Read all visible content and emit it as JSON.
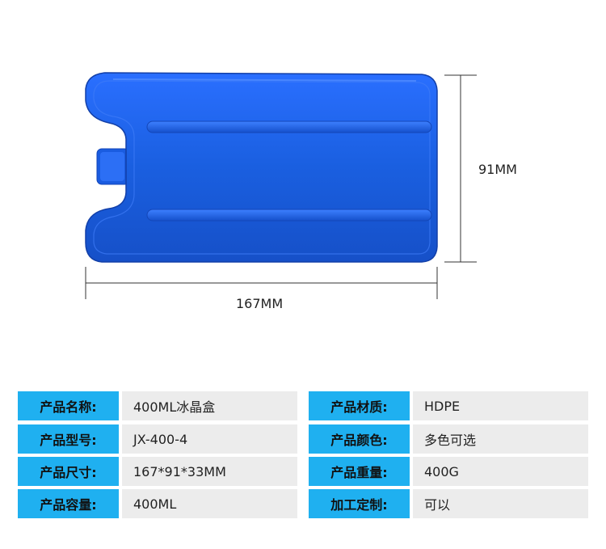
{
  "dimensions": {
    "width_label": "167MM",
    "height_label": "91MM"
  },
  "colors": {
    "product_blue": "#1a5fe0",
    "key_cell_bg": "#1fb0f0",
    "value_cell_bg": "#ececec"
  },
  "specs": {
    "left": [
      {
        "key": "产品名称:",
        "value": "400ML冰晶盒"
      },
      {
        "key": "产品型号:",
        "value": "JX-400-4"
      },
      {
        "key": "产品尺寸:",
        "value": "167*91*33MM"
      },
      {
        "key": "产品容量:",
        "value": "400ML"
      }
    ],
    "right": [
      {
        "key": "产品材质:",
        "value": "HDPE"
      },
      {
        "key": "产品颜色:",
        "value": "多色可选"
      },
      {
        "key": "产品重量:",
        "value": "400G"
      },
      {
        "key": "加工定制:",
        "value": "可以"
      }
    ]
  }
}
